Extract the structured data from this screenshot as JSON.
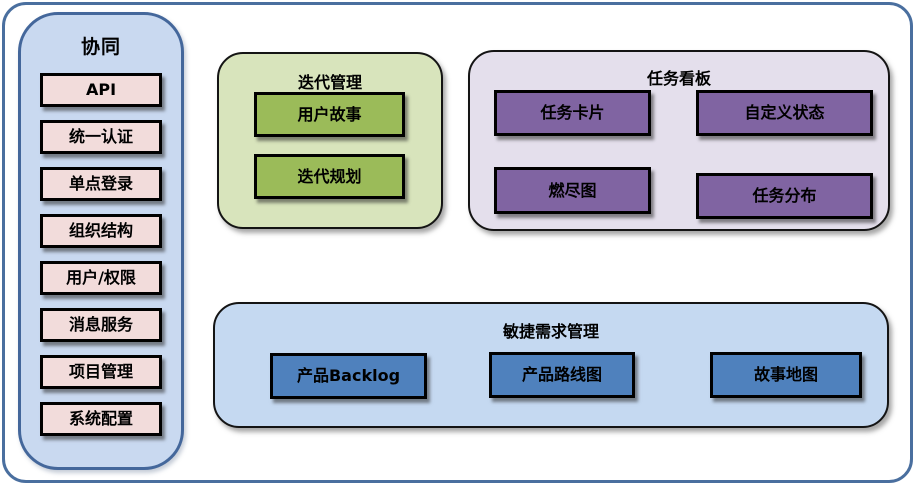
{
  "sidebar": {
    "title": "协同",
    "items": [
      "API",
      "统一认证",
      "单点登录",
      "组织结构",
      "用户/权限",
      "消息服务",
      "项目管理",
      "系统配置"
    ]
  },
  "panels": [
    {
      "title": "迭代管理",
      "items": [
        "用户故事",
        "迭代规划"
      ]
    },
    {
      "title": "任务看板",
      "items": [
        "任务卡片",
        "自定义状态",
        "燃尽图",
        "任务分布"
      ]
    },
    {
      "title": "敏捷需求管理",
      "items": [
        "产品Backlog",
        "产品路线图",
        "故事地图"
      ]
    }
  ],
  "colors": {
    "frame_border": "#4A6F9F",
    "sidebar_fill": "#C9D9F0",
    "sidebar_border": "#44679B",
    "sidebar_item_fill": "#F2DCDB",
    "iteration_panel_fill": "#D8E4BC",
    "iteration_item_fill": "#9BBB59",
    "kanban_panel_fill": "#E4DFEC",
    "kanban_item_fill": "#8064A2",
    "agile_panel_fill": "#C5D9F1",
    "agile_item_fill": "#4F81BD"
  }
}
